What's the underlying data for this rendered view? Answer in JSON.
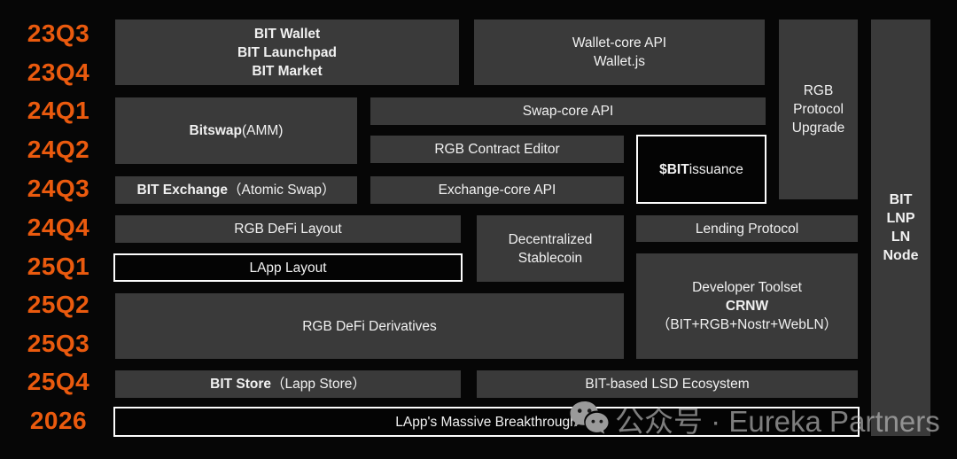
{
  "timeline": {
    "quarters": [
      "23Q3",
      "23Q4",
      "24Q1",
      "24Q2",
      "24Q3",
      "24Q4",
      "25Q1",
      "25Q2",
      "25Q3",
      "25Q4",
      "2026"
    ]
  },
  "boxes": {
    "bit_wallet": {
      "line1": "BIT Wallet",
      "line2": "BIT Launchpad",
      "line3": "BIT Market"
    },
    "wallet_core": {
      "line1": "Wallet-core API",
      "line2": "Wallet.js"
    },
    "rgb_protocol": {
      "line1": "RGB",
      "line2": "Protocol",
      "line3": "Upgrade"
    },
    "bit_lnp_node": {
      "line1": "BIT",
      "line2": "LNP",
      "line3": "LN",
      "line4": "Node"
    },
    "bitswap": {
      "bold": "Bitswap",
      "rest": " (AMM)"
    },
    "swap_core": {
      "label": "Swap-core API"
    },
    "rgb_contract_editor": {
      "label": "RGB Contract Editor"
    },
    "bit_issuance": {
      "bold": "$BIT",
      "rest": " issuance"
    },
    "bit_exchange": {
      "bold": "BIT Exchange",
      "rest": "（Atomic Swap）"
    },
    "exchange_core": {
      "label": "Exchange-core API"
    },
    "rgb_defi_layout": {
      "label": "RGB DeFi Layout"
    },
    "decentralized_stablecoin": {
      "line1": "Decentralized",
      "line2": "Stablecoin"
    },
    "lending_protocol": {
      "label": "Lending Protocol"
    },
    "lapp_layout": {
      "label": "LApp Layout"
    },
    "developer_toolset": {
      "line1": "Developer Toolset",
      "bold": "CRNW",
      "line3": "（BIT+RGB+Nostr+WebLN）"
    },
    "rgb_defi_derivatives": {
      "label": "RGB DeFi Derivatives"
    },
    "bit_store": {
      "bold": "BIT Store",
      "rest": "（Lapp Store）"
    },
    "lsd_ecosystem": {
      "label": "BIT-based LSD Ecosystem"
    },
    "lapp_breakthrough": {
      "label": "LApp's Massive Breakthrough"
    }
  },
  "watermark": {
    "icon": "wechat-icon",
    "text": "公众号 · Eureka Partners"
  },
  "colors": {
    "background": "#060606",
    "box_fill": "#3a3a3a",
    "box_text": "#f1f1f1",
    "accent_orange": "#EA5A0E",
    "highlight_border": "#fdfdfd",
    "highlight_fill": "#040404",
    "watermark_gray": "#8e8e8e"
  }
}
